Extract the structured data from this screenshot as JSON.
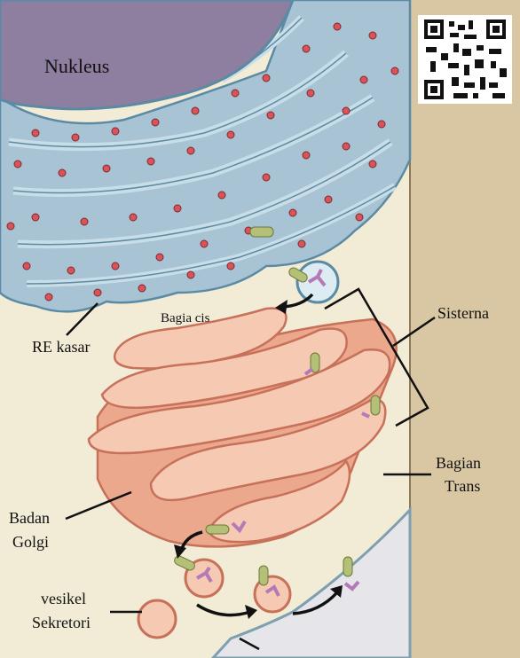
{
  "labels": {
    "nucleus": "Nukleus",
    "rough_er": "RE kasar",
    "cis_face": "Bagia cis",
    "cisternae": "Sisterna",
    "trans_face_line1": "Bagian",
    "trans_face_line2": "Trans",
    "golgi_body_line1": "Badan",
    "golgi_body_line2": "Golgi",
    "secretory_vesicle_line1": "vesikel",
    "secretory_vesicle_line2": "Sekretori"
  },
  "colors": {
    "background": "#f2ecd6",
    "cell_wall": "#d9c7a4",
    "nucleus": "#8e7e9f",
    "er": "#a8c3d3",
    "ribosome": "#d9535a",
    "golgi": "#eab39a",
    "golgi_outline": "#c7705a",
    "transport_protein": "#b4bf78",
    "cargo": "#b47ab8",
    "membrane_bottom": "#e3e3e6"
  }
}
